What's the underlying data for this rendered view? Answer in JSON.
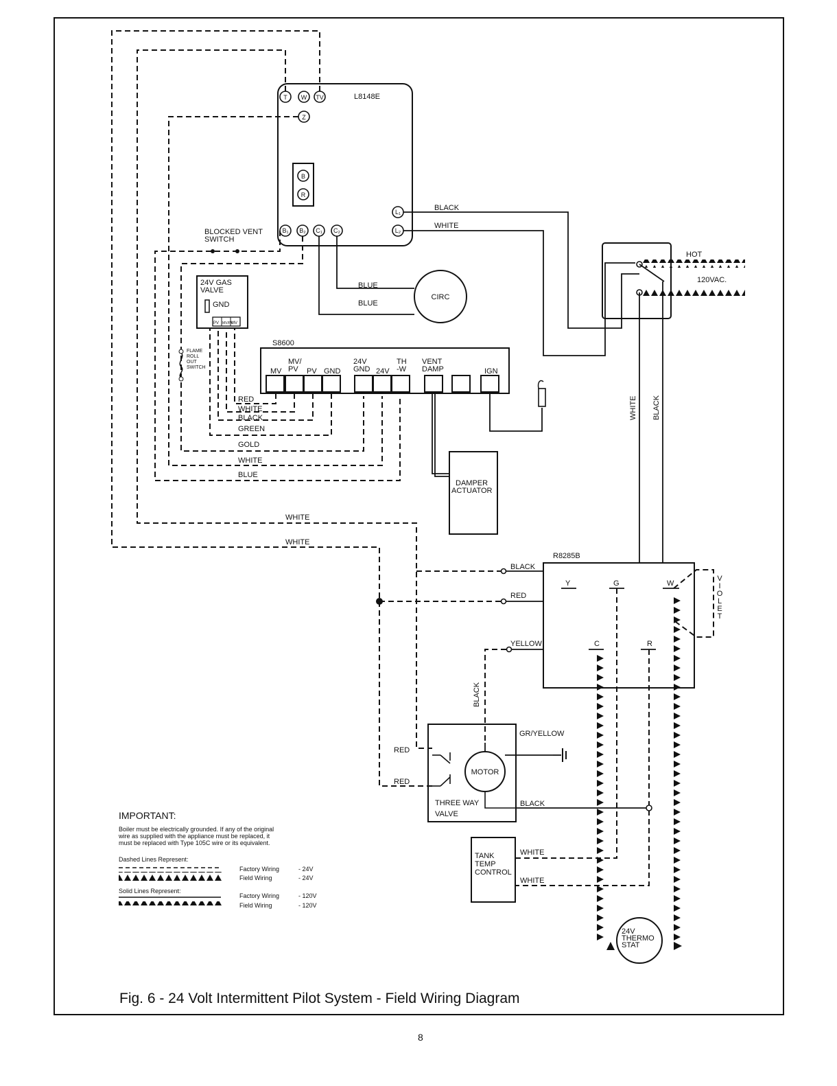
{
  "modules": {
    "l8148e": {
      "name": "L8148E",
      "terminals_top": [
        "T",
        "W",
        "TV"
      ],
      "terminal_z": "Z",
      "relay_terminals": [
        "B",
        "R"
      ],
      "terminals_bottom": [
        "B₁",
        "B₂",
        "C₁",
        "C₂"
      ],
      "terminals_line": [
        "L₁",
        "L₂"
      ]
    },
    "s8600": {
      "name": "S8600",
      "labels": [
        "MV",
        "MV/\nPV",
        "PV",
        "GND",
        "24V\nGND",
        "24V",
        "TH\n-W",
        "VENT\nDAMP",
        "IGN"
      ]
    },
    "r8285b": {
      "name": "R8285B",
      "terminals": [
        "Y",
        "G",
        "W",
        "C",
        "R"
      ],
      "violet": "VIOLET"
    },
    "gas_valve": {
      "title": "24V GAS\nVALVE",
      "gnd": "GND",
      "mini_terms": [
        "PV",
        "MV/PV",
        "MV"
      ]
    },
    "circ": "CIRC",
    "motor": "MOTOR",
    "three_way_valve": "THREE WAY\nVALVE",
    "tank_temp_control": "TANK\nTEMP\nCONTROL",
    "thermostat": "24V\nTHERMO\nSTAT",
    "damper_actuator": "DAMPER\nACTUATOR",
    "blocked_vent_switch": "BLOCKED VENT\nSWITCH",
    "flame_rollout_switch": "FLAME\nROLL\nOUT\nSWITCH"
  },
  "wires": {
    "black_l1": "BLACK",
    "white_l2": "WHITE",
    "hot": "HOT",
    "vac": "120VAC.",
    "blue_1": "BLUE",
    "blue_2": "BLUE",
    "red": "RED",
    "white_1": "WHITE",
    "black_1": "BLACK",
    "green": "GREEN",
    "gold": "GOLD",
    "white_2": "WHITE",
    "blue_3": "BLUE",
    "white_long_1": "WHITE",
    "white_long_2": "WHITE",
    "white_vert": "WHITE",
    "black_vert": "BLACK",
    "r_black": "BLACK",
    "r_red": "RED",
    "r_yellow": "YELLOW",
    "black_down": "BLACK",
    "gr_yellow": "GR/YELLOW",
    "valve_red_1": "RED",
    "valve_red_2": "RED",
    "valve_black": "BLACK",
    "tank_white_1": "WHITE",
    "tank_white_2": "WHITE"
  },
  "legend": {
    "title": "IMPORTANT:",
    "body": [
      "Boiler must be electrically grounded. If any of the original",
      "wire as supplied with the appliance must be replaced, it",
      "must be replaced with Type 105C wire or its equivalent."
    ],
    "dashed_title": "Dashed Lines Represent:",
    "solid_title": "Solid Lines Represent:",
    "factory": "Factory Wiring",
    "field": "Field Wiring",
    "v24": "- 24V",
    "v120": "- 120V"
  },
  "caption": "Fig. 6 - 24 Volt Intermittent Pilot System - Field Wiring Diagram",
  "page_number": "8"
}
